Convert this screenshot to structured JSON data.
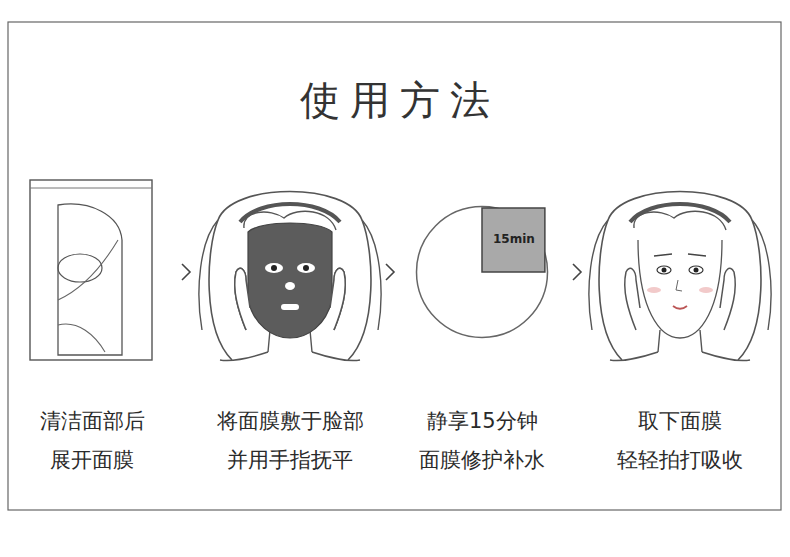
{
  "diagram": {
    "title": "使用方法",
    "nodes": [
      {
        "text": [
          "15min"
        ]
      }
    ],
    "labels": [
      "清洁面部后",
      "展开面膜",
      "将面膜敷于脸部",
      "并用手指抚平",
      "静享15分钟",
      "面膜修护补水",
      "取下面膜",
      "轻轻拍打吸收"
    ]
  }
}
